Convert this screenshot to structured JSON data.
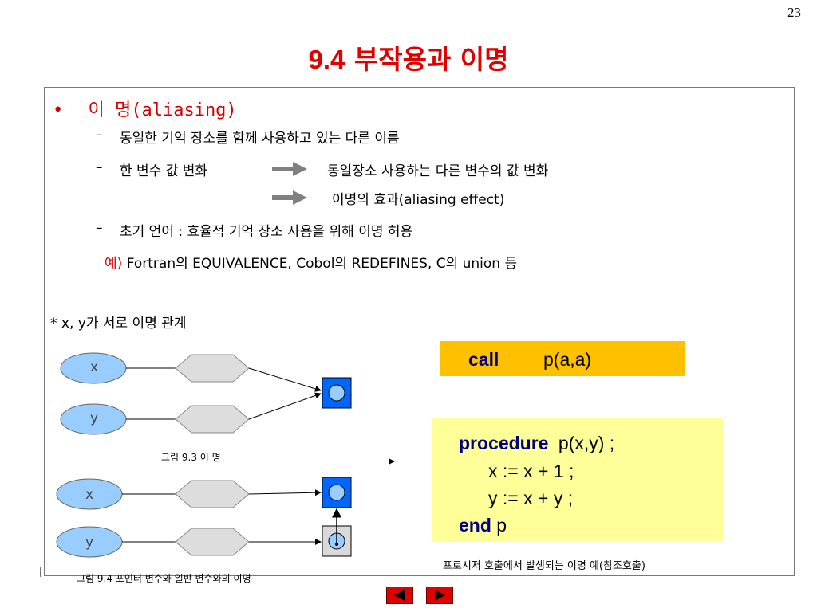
{
  "page_number": "23",
  "title": {
    "num": "9.4",
    "text": "부작용과 이명"
  },
  "bullet": {
    "symbol": "•",
    "text": "이  명(aliasing)"
  },
  "lines": {
    "l1_dash": "–",
    "l1": "동일한 기억 장소를 함께 사용하고 있는 다른 이름",
    "l2_dash": "–",
    "l2_left": "한 변수 값 변화",
    "l2_right": "동일장소 사용하는 다른 변수의 값 변화",
    "l3_right": "이명의 효과(aliasing effect)",
    "l4_dash": "–",
    "l4": "초기 언어 : 효율적 기억 장소 사용을 위해 이명 허용",
    "example_label": "예)",
    "example_text": "Fortran의 EQUIVALENCE, Cobol의 REDEFINES, C의 union 등"
  },
  "relation_note": "* x, y가 서로 이명 관계",
  "fig93": {
    "x_label": "x",
    "y_label": "y",
    "caption": "그림 9.3  이  명"
  },
  "fig94": {
    "x_label": "x",
    "y_label": "y",
    "caption": "그림 9.4  포인터 변수와 일반 변수와의 이명"
  },
  "call": {
    "keyword": "call",
    "args": "p(a,a)"
  },
  "procedure": {
    "kw_start": "procedure",
    "header": "p(x,y) ;",
    "line1": "x := x + 1 ;",
    "line2": "y := x + y ;",
    "kw_end": "end",
    "end_name": "p"
  },
  "caption_right": "프로시저 호출에서 발생되는 이명 예(참조호출)",
  "colors": {
    "title": "#e00000",
    "oval_fill": "#99ccff",
    "box_fill": "#0066ff",
    "call_bg": "#ffc000",
    "proc_bg": "#ffff99",
    "nav": "#e00000"
  },
  "nav": {
    "prev_icon": "prev-slide-icon",
    "next_icon": "next-slide-icon"
  }
}
